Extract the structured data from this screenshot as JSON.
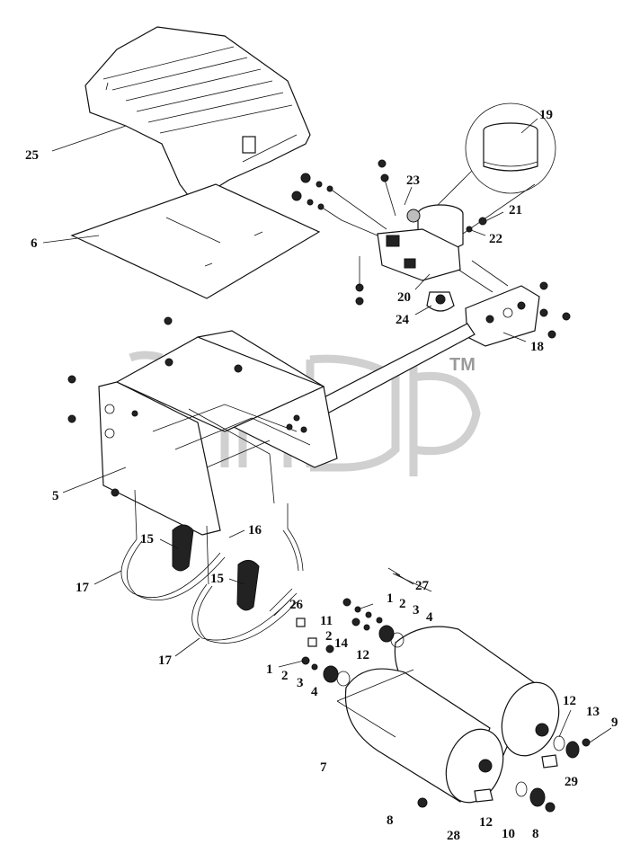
{
  "diagram": {
    "watermark_tm": "TM",
    "callouts": [
      {
        "id": "c25",
        "label": "25"
      },
      {
        "id": "c6",
        "label": "6"
      },
      {
        "id": "c19",
        "label": "19"
      },
      {
        "id": "c23",
        "label": "23"
      },
      {
        "id": "c21",
        "label": "21"
      },
      {
        "id": "c22",
        "label": "22"
      },
      {
        "id": "c20",
        "label": "20"
      },
      {
        "id": "c24",
        "label": "24"
      },
      {
        "id": "c18",
        "label": "18"
      },
      {
        "id": "c5",
        "label": "5"
      },
      {
        "id": "c16",
        "label": "16"
      },
      {
        "id": "c15a",
        "label": "15"
      },
      {
        "id": "c15b",
        "label": "15"
      },
      {
        "id": "c17a",
        "label": "17"
      },
      {
        "id": "c17b",
        "label": "17"
      },
      {
        "id": "c27",
        "label": "27"
      },
      {
        "id": "c1a",
        "label": "1"
      },
      {
        "id": "c2a",
        "label": "2"
      },
      {
        "id": "c3a",
        "label": "3"
      },
      {
        "id": "c4a",
        "label": "4"
      },
      {
        "id": "c26",
        "label": "26"
      },
      {
        "id": "c11",
        "label": "11"
      },
      {
        "id": "c2b",
        "label": "2"
      },
      {
        "id": "c14",
        "label": "14"
      },
      {
        "id": "c12a",
        "label": "12"
      },
      {
        "id": "c1b",
        "label": "1"
      },
      {
        "id": "c2c",
        "label": "2"
      },
      {
        "id": "c3b",
        "label": "3"
      },
      {
        "id": "c4b",
        "label": "4"
      },
      {
        "id": "c12b",
        "label": "12"
      },
      {
        "id": "c13",
        "label": "13"
      },
      {
        "id": "c9",
        "label": "9"
      },
      {
        "id": "c7",
        "label": "7"
      },
      {
        "id": "c29",
        "label": "29"
      },
      {
        "id": "c8a",
        "label": "8"
      },
      {
        "id": "c28",
        "label": "28"
      },
      {
        "id": "c12c",
        "label": "12"
      },
      {
        "id": "c10",
        "label": "10"
      },
      {
        "id": "c8b",
        "label": "8"
      }
    ]
  }
}
